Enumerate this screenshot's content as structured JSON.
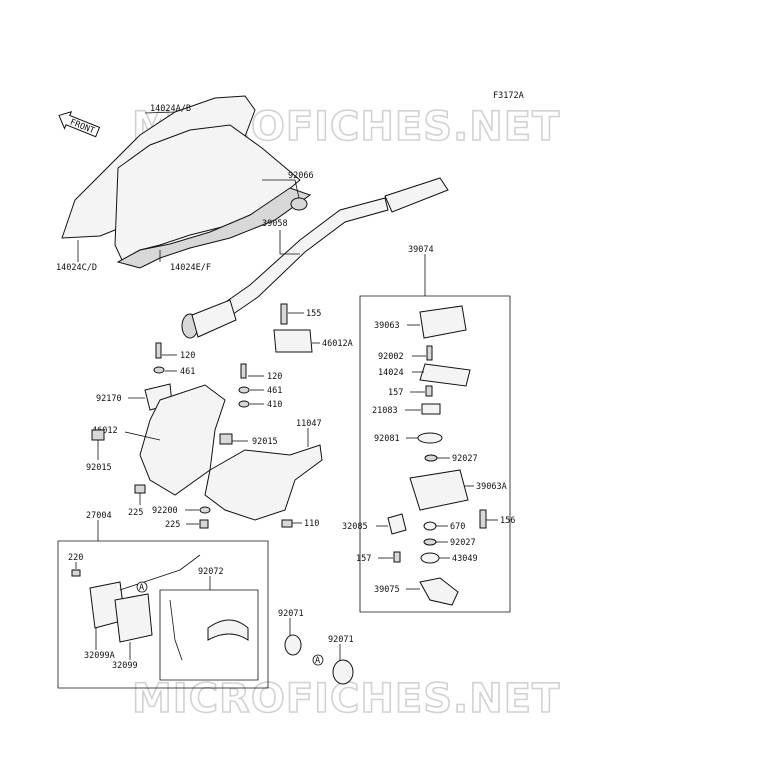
{
  "diagram_code": "F3172A",
  "watermark": "MICROFICHES.NET",
  "front_label": "FRONT",
  "callout_marker": "A",
  "labels": {
    "p14024ab": "14024A/B",
    "p14024cd": "14024C/D",
    "p14024ef": "14024E/F",
    "p92066": "92066",
    "p39058": "39058",
    "p155": "155",
    "p46012a": "46012A",
    "p120a": "120",
    "p461a": "461",
    "p92170": "92170",
    "p120b": "120",
    "p461b": "461",
    "p410": "410",
    "p46012": "46012",
    "p92015a": "92015",
    "p92015b": "92015",
    "p11047": "11047",
    "p225a": "225",
    "p92200": "92200",
    "p225b": "225",
    "p110": "110",
    "p39074": "39074",
    "p39063": "39063",
    "p92002": "92002",
    "p14024": "14024",
    "p157a": "157",
    "p21083": "21083",
    "p92081": "92081",
    "p92027a": "92027",
    "p39063a": "39063A",
    "p32085": "32085",
    "p670": "670",
    "p156": "156",
    "p92027b": "92027",
    "p157b": "157",
    "p43049": "43049",
    "p39075": "39075",
    "p27004": "27004",
    "p220": "220",
    "p92072": "92072",
    "p32099a": "32099A",
    "p32099": "32099",
    "p92071a": "92071",
    "p92071b": "92071"
  }
}
